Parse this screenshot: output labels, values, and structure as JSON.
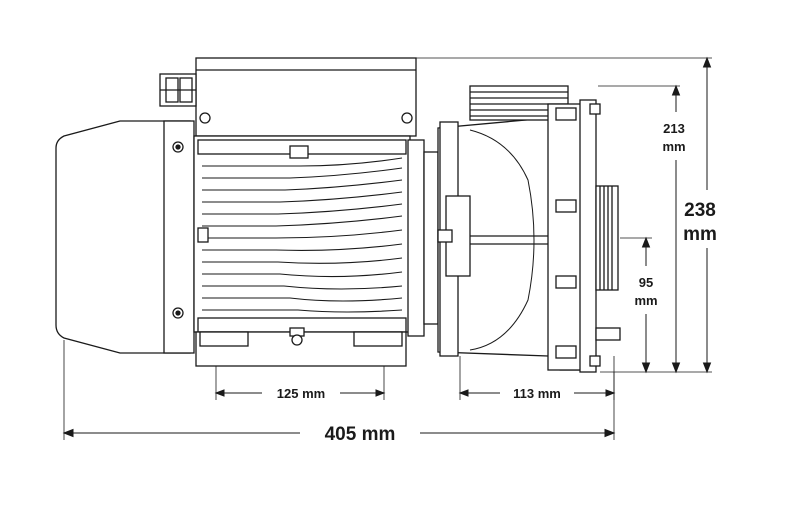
{
  "dimensions": {
    "overall_length": "405 mm",
    "foot_spacing": "125 mm",
    "pump_section": "113 mm",
    "overall_height_value": "238",
    "overall_height_unit": "mm",
    "outlet_height_value": "213",
    "outlet_height_unit": "mm",
    "inlet_height_value": "95",
    "inlet_height_unit": "mm"
  },
  "colors": {
    "line": "#1a1a1a",
    "dim_line": "#1a1a1a",
    "fill": "#ffffff",
    "shade": "#e6e6e6"
  }
}
